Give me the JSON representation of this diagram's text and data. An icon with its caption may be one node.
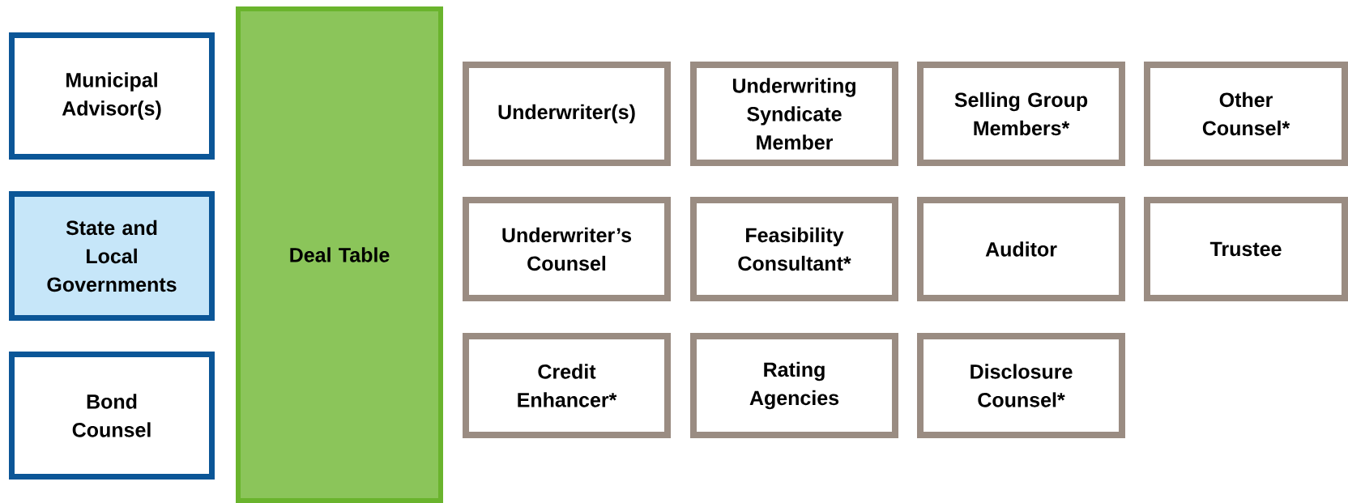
{
  "diagram": {
    "nodes": [
      {
        "text": [
          "Municipal Advisor(s)"
        ]
      },
      {
        "text": [
          "State and Local Governments"
        ]
      },
      {
        "text": [
          "Bond Counsel"
        ]
      },
      {
        "text": [
          "Deal Table"
        ]
      },
      {
        "text": [
          "Underwriter(s)"
        ]
      },
      {
        "text": [
          "Underwriting Syndicate Member"
        ]
      },
      {
        "text": [
          "Selling Group Members*"
        ]
      },
      {
        "text": [
          "Other Counsel*"
        ]
      },
      {
        "text": [
          "Underwriter’s Counsel"
        ]
      },
      {
        "text": [
          "Feasibility Consultant*"
        ]
      },
      {
        "text": [
          "Auditor"
        ]
      },
      {
        "text": [
          "Trustee"
        ]
      },
      {
        "text": [
          "Credit Enhancer*"
        ]
      },
      {
        "text": [
          "Rating Agencies"
        ]
      },
      {
        "text": [
          "Disclosure Counsel*"
        ]
      }
    ]
  }
}
